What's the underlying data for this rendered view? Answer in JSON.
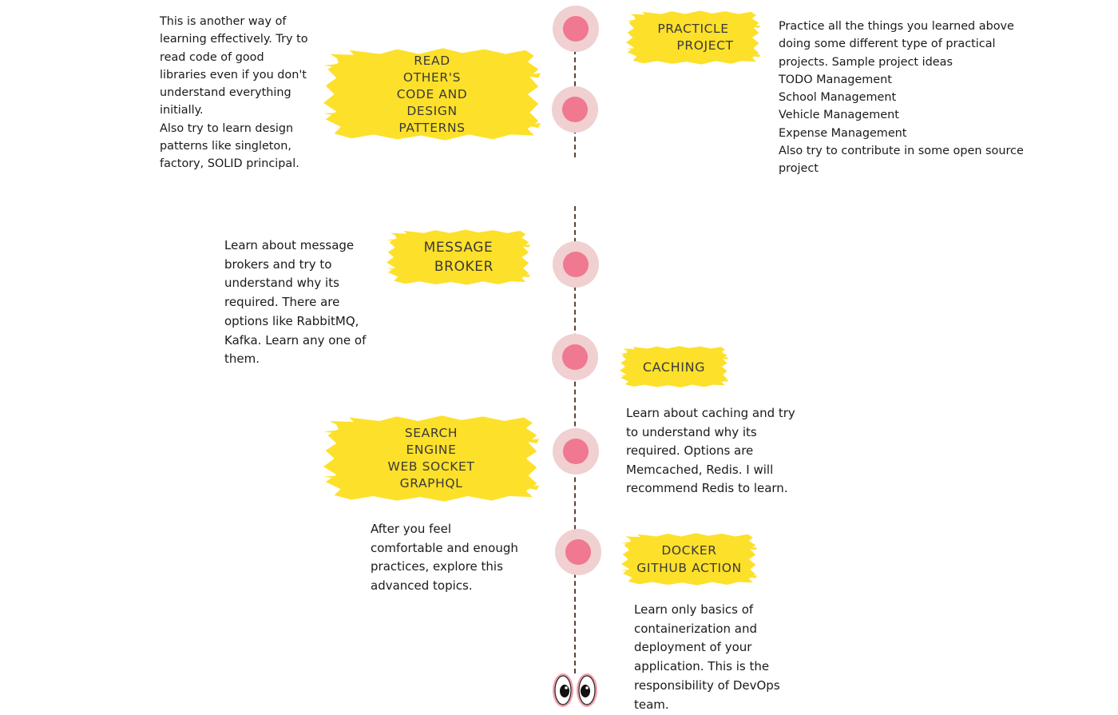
{
  "colors": {
    "highlight": "#fde02a",
    "node_ring": "#f0d0d0",
    "node_dot": "#f07890",
    "line": "#5a4238"
  },
  "items": [
    {
      "id": "read-code",
      "title_lines": [
        "READ",
        "OTHER'S",
        "CODE AND",
        "DESIGN",
        "PATTERNS"
      ],
      "desc_lines": [
        "This is another way of",
        "learning effectively. Try to",
        "read code of good",
        "libraries even if you don't",
        "understand everything",
        "initially.",
        "Also try to learn design",
        "patterns like singleton,",
        "factory, SOLID principal."
      ]
    },
    {
      "id": "practice-project",
      "title_lines": [
        "PRACTICLE",
        "PROJECT"
      ],
      "desc_lines": [
        "Practice all the things you learned above",
        "doing some different type of practical",
        "projects. Sample project ideas",
        "TODO Management",
        "School Management",
        "Vehicle Management",
        "Expense Management",
        "Also try to contribute in some open source",
        "project"
      ]
    },
    {
      "id": "message-broker",
      "title_lines": [
        "MESSAGE",
        "BROKER"
      ],
      "desc_lines": [
        "Learn about message",
        "brokers and try to",
        "understand why its",
        "required. There are",
        "options like RabbitMQ,",
        "Kafka. Learn any one of",
        "them."
      ]
    },
    {
      "id": "caching",
      "title_lines": [
        "CACHING"
      ],
      "desc_lines": [
        "Learn about caching and try",
        "to understand why its",
        "required. Options are",
        "Memcached, Redis. I will",
        "recommend Redis to learn."
      ]
    },
    {
      "id": "advanced-topics",
      "title_lines": [
        "SEARCH",
        "ENGINE",
        "WEB SOCKET",
        "GRAPHQL"
      ],
      "desc_lines": [
        "After you feel",
        "comfortable and enough",
        "practices, explore this",
        "advanced topics."
      ]
    },
    {
      "id": "docker",
      "title_lines": [
        "DOCKER",
        "GITHUB ACTION"
      ],
      "desc_lines": [
        "Learn only basics of",
        "containerization and",
        "deployment of your",
        "application. This is the",
        "responsibility of DevOps",
        "team."
      ]
    }
  ]
}
